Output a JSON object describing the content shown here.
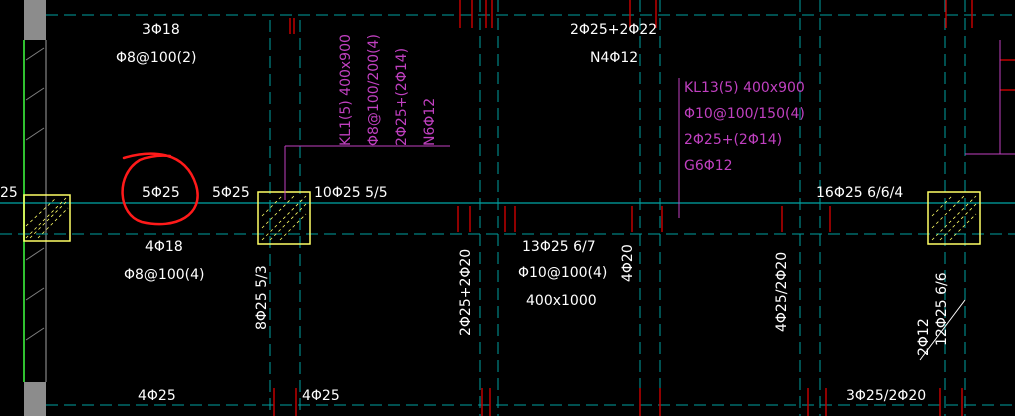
{
  "colors": {
    "background": "#000000",
    "axis_line": "#00d0d0",
    "beam_edge": "#00a0a0",
    "column": "#ffff66",
    "rebar_red": "#c00000",
    "annotation_magenta": "#c040c0",
    "text_white": "#ffffff",
    "markup_circle": "#ff1a1a",
    "wall_green": "#30c030",
    "wall_gray": "#9a9a9a"
  },
  "labels": {
    "left_edge": "25",
    "top_left_1": "3Φ18",
    "top_left_2": "Φ8@100(2)",
    "mid_left_top": "5Φ25",
    "mid_left_right": "5Φ25",
    "mid_left_bottom_1": "4Φ18",
    "mid_left_bottom_2": "Φ8@100(4)",
    "support_right": "10Φ25 5/5",
    "vertical_8_25": "8Φ25 5/3",
    "bottom_left": "4Φ25",
    "bottom_mid": "4Φ25",
    "top_mid_1": "2Φ25+2Φ22",
    "top_mid_2": "N4Φ12",
    "center_1": "13Φ25 6/7",
    "center_2": "Φ10@100(4)",
    "center_3": "400x1000",
    "vertical_2_25_2_20": "2Φ25+2Φ20",
    "vertical_4_20": "4Φ20",
    "vertical_4_25_2_20": "4Φ25/2Φ20",
    "support_far_right": "16Φ25 6/6/4",
    "vertical_12_25": "12Φ25 6/6",
    "vertical_2_12": "2Φ12",
    "bottom_right": "3Φ25/2Φ20"
  },
  "kl1": {
    "line1": "KL1(5) 400x900",
    "line2": "Φ8@100/200(4)",
    "line3": "2Φ25+(2Φ14)",
    "line4": "N6Φ12"
  },
  "kl13": {
    "line1": "KL13(5) 400x900",
    "line2": "Φ10@100/150(4)",
    "line3": "2Φ25+(2Φ14)",
    "line4": "G6Φ12"
  }
}
